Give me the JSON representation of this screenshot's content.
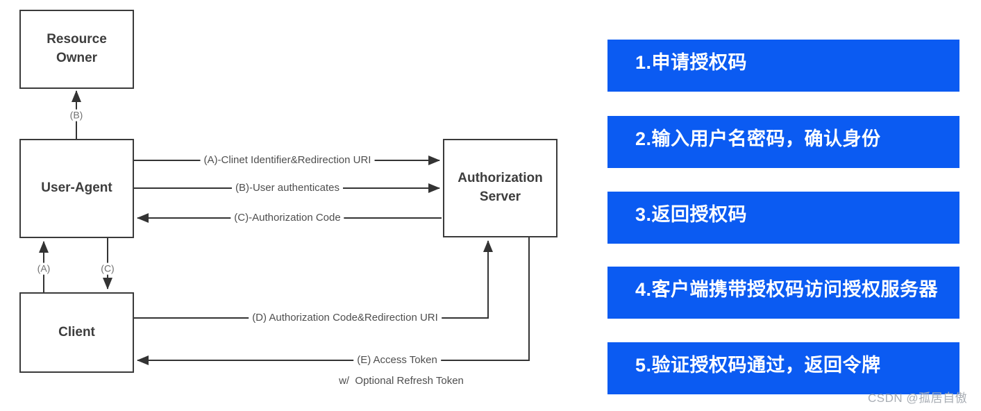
{
  "diagram": {
    "nodes": {
      "resource_owner": "Resource Owner",
      "user_agent": "User-Agent",
      "auth_server": "Authorization Server",
      "client": "Client"
    },
    "edges": {
      "a_main": "(A)-Clinet Identifier&Redirection URI",
      "b_main": "(B)-User authenticates",
      "c_main": "(C)-Authorization Code",
      "d_main": "(D) Authorization Code&Redirection URI",
      "e_main": "(E) Access Token",
      "e_note": "w/  Optional Refresh Token",
      "a_tag": "(A)",
      "b_tag": "(B)",
      "c_tag": "(C)"
    }
  },
  "steps": [
    "1.申请授权码",
    "2.输入用户名密码，确认身份",
    "3.返回授权码",
    "4.客户端携带授权码访问授权服务器",
    "5.验证授权码通过，返回令牌"
  ],
  "watermark": "CSDN @孤居自傲",
  "colors": {
    "step_bg": "#0b5bf2",
    "line": "#333333"
  }
}
